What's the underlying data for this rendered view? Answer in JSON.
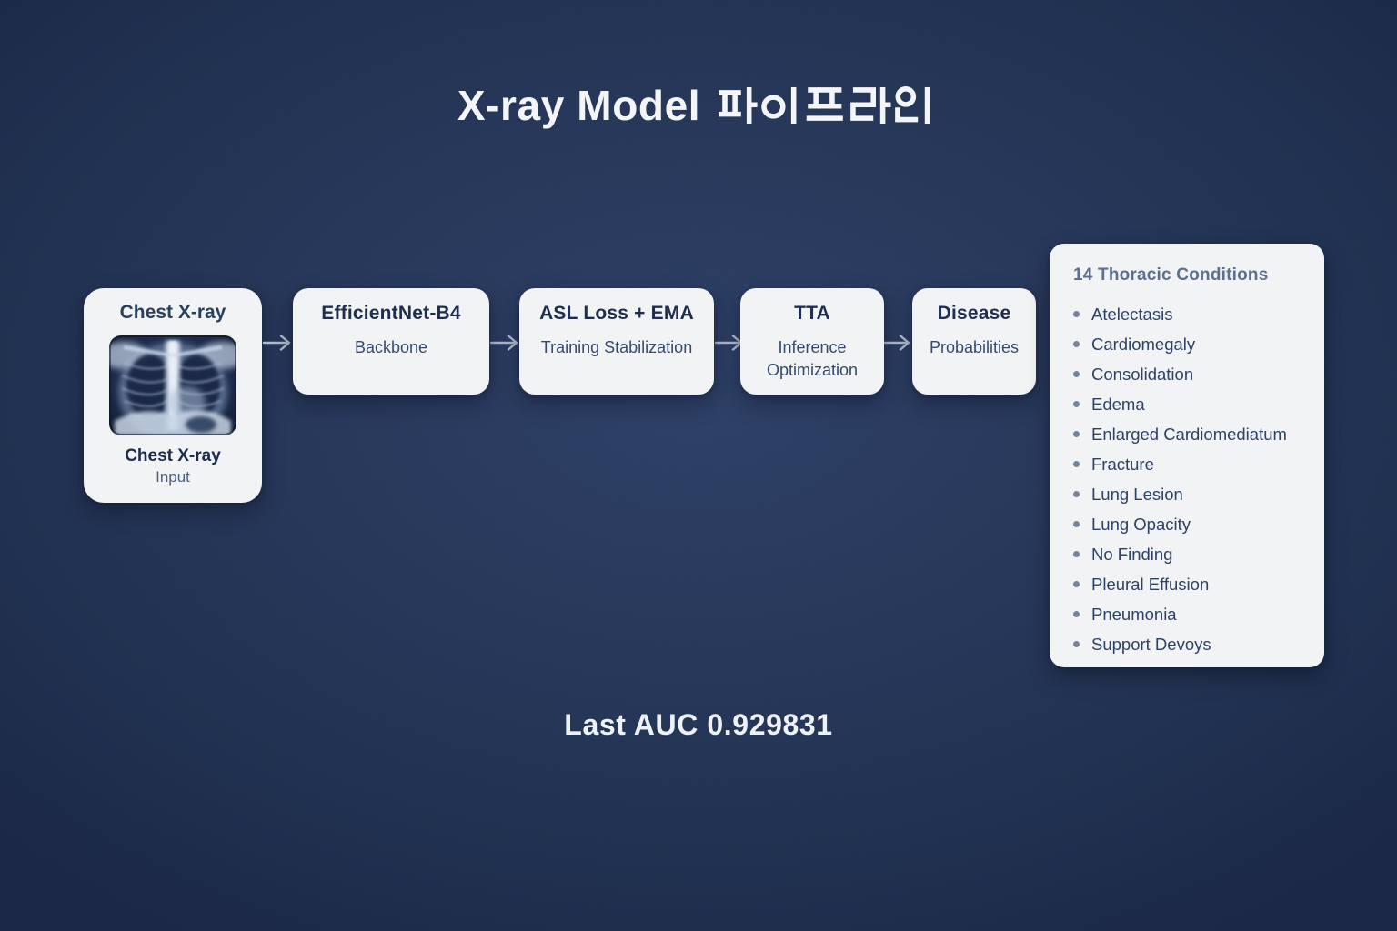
{
  "title": {
    "latin": "X-ray Model",
    "hangul": "파이프라인",
    "full": "X-ray Model 파이프라인"
  },
  "pipeline": {
    "input_node": {
      "header": "Chest X-ray",
      "image": "chest-xray-radiograph",
      "label_bold": "Chest X-ray",
      "label_sub": "Input"
    },
    "nodes": [
      {
        "title": "EfficientNet-B4",
        "subtitle": "Backbone"
      },
      {
        "title": "ASL Loss + EMA",
        "subtitle": "Training Stabilization"
      },
      {
        "title": "TTA",
        "subtitle": "Inference Optimization"
      },
      {
        "title": "Disease",
        "subtitle": "Probabilities"
      }
    ]
  },
  "conditions_panel": {
    "title": "14 Thoracic Conditions",
    "items": [
      "Atelectasis",
      "Cardiomegaly",
      "Consolidation",
      "Edema",
      "Enlarged Cardiomediatum",
      "Fracture",
      "Lung Lesion",
      "Lung Opacity",
      "No Finding",
      "Pleural Effusion",
      "Pneumonia",
      "Support Devoys"
    ]
  },
  "footer": {
    "metric": "Last AUC 0.929831"
  },
  "icons": {
    "flow_arrow": "→",
    "bullet": "•"
  },
  "colors": {
    "background_navy": "#22345a",
    "card_background": "#f2f3f5",
    "node_title_text": "#1d2d50",
    "node_subtitle_text": "#33496e",
    "panel_title_text": "#5a6e8f",
    "list_item_text": "#2c4166",
    "bullet": "#72839f",
    "arrow": "#c3cbd7",
    "title_text": "#f3f5f8"
  }
}
